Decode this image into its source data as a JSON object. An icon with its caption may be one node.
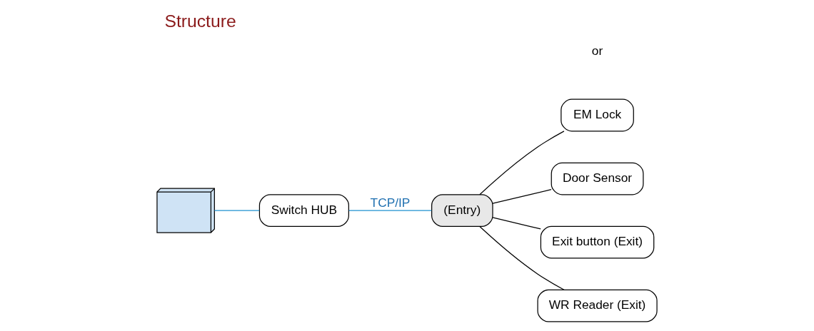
{
  "diagram": {
    "title": "Structure",
    "nodes": [
      {
        "text": [],
        "shape": "picture"
      },
      {
        "text": [
          "Switch HUB"
        ]
      },
      {
        "text": [
          "(Entry)"
        ]
      },
      {
        "text": [
          "EM Lock"
        ]
      },
      {
        "text": [
          "Door Sensor"
        ]
      },
      {
        "text": [
          "Exit button (Exit)"
        ]
      },
      {
        "text": [
          "WR Reader (Exit)"
        ]
      }
    ],
    "edges": [
      {
        "from": 0,
        "to": 1,
        "arrow": "none",
        "color": "#1e90d0"
      },
      {
        "from": 1,
        "to": 2,
        "arrow": "none",
        "label": "TCP/IP",
        "color": "#1e90d0"
      },
      {
        "from": 2,
        "to": 3,
        "arrow": "none"
      },
      {
        "from": 2,
        "to": 4,
        "arrow": "none"
      },
      {
        "from": 2,
        "to": 5,
        "arrow": "none"
      },
      {
        "from": 2,
        "to": 6,
        "arrow": "none"
      }
    ],
    "labels": [
      "or"
    ]
  }
}
